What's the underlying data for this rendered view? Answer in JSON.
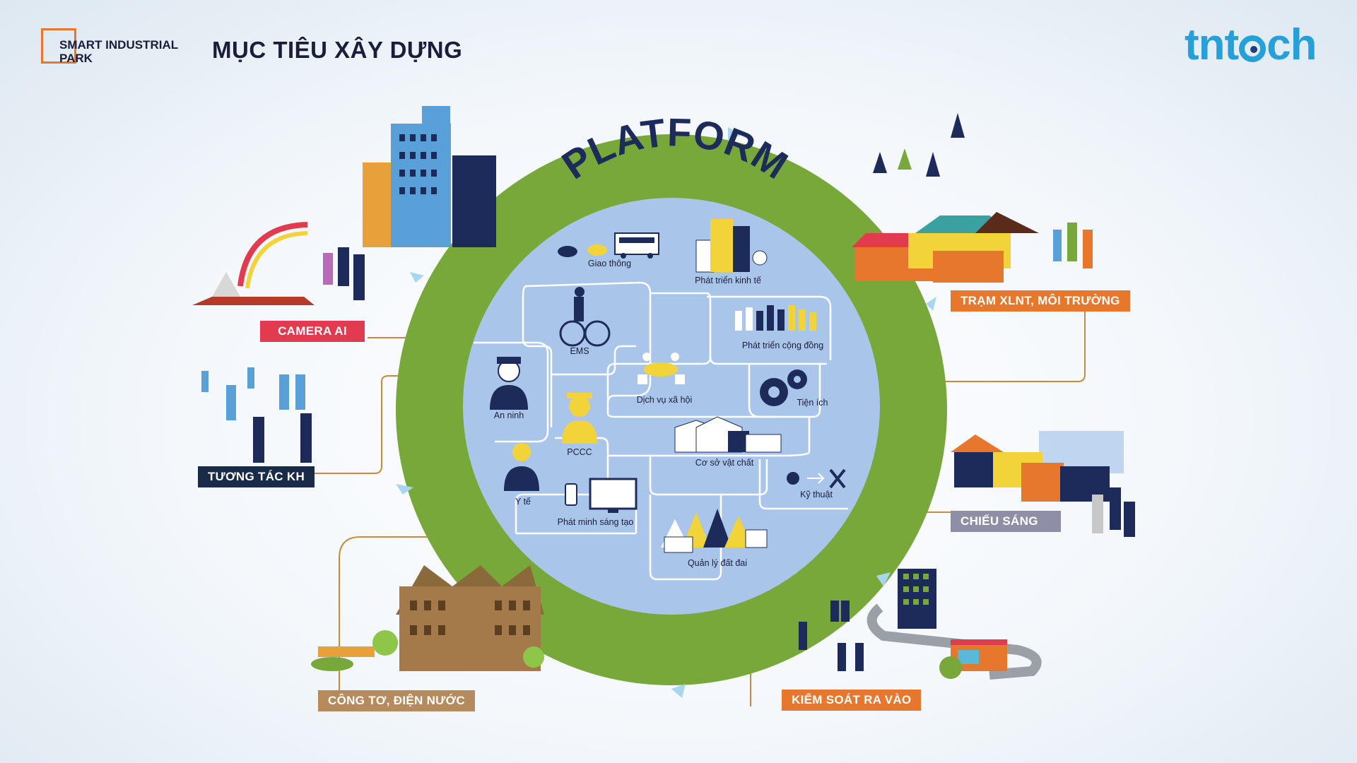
{
  "header": {
    "logo_text": "SMART INDUSTRIAL PARK",
    "title": "MỤC TIÊU XÂY DỰNG"
  },
  "brand": {
    "prefix": "tnt",
    "suffix": "ch"
  },
  "center": {
    "title": "PLATFORM"
  },
  "services": {
    "giao_thong": "Giao thông",
    "phat_trien_kinh_te": "Phát triển kinh tế",
    "ems": "EMS",
    "phat_trien_cong_dong": "Phát triển cộng đồng",
    "an_ninh": "An ninh",
    "dich_vu_xa_hoi": "Dịch vụ xã hội",
    "tien_ich": "Tiện ích",
    "pccc": "PCCC",
    "co_so_vat_chat": "Cơ sở vật chất",
    "y_te": "Y tế",
    "ky_thuat": "Kỹ thuật",
    "phat_minh_sang_tao": "Phát minh sáng tạo",
    "quan_ly_dat_dai": "Quản lý đất đai"
  },
  "outer_labels": {
    "camera_ai": "CAMERA AI",
    "tuong_tac_kh": "TƯƠNG TÁC KH",
    "cong_to": "CÔNG TƠ, ĐIỆN NƯỚC",
    "tram_xlnt": "TRẠM XLNT, MÔI TRƯỜNG",
    "chieu_sang": "CHIẾU SÁNG",
    "kiem_soat": "KIỂM SOÁT RA VÀO"
  },
  "colors": {
    "ring_green": "#78a83a",
    "inner_blue": "#a9c6ea",
    "navy": "#1a2b4a",
    "orange": "#e8772e",
    "red": "#e23a4e",
    "brand_blue": "#25a0d8"
  }
}
